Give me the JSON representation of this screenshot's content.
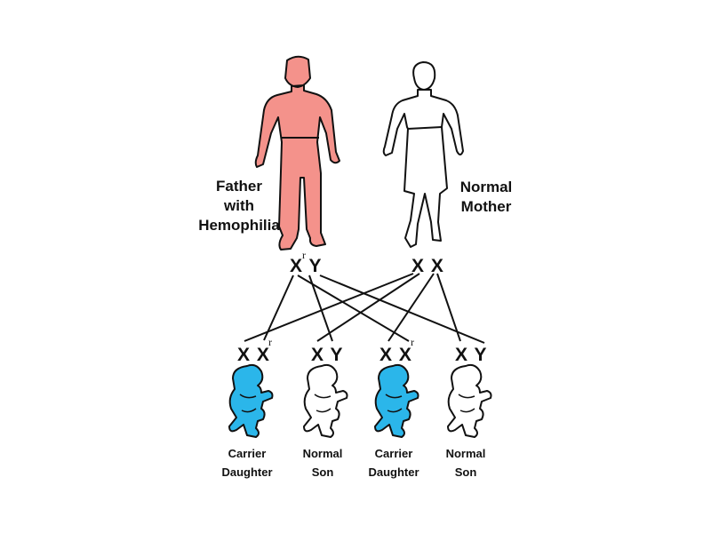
{
  "colors": {
    "affected_father": "#f4928b",
    "carrier_daughter": "#2bb6ea",
    "normal": "#ffffff",
    "outline": "#111111"
  },
  "father": {
    "label_lines": [
      "Father",
      "with",
      "Hemophilia"
    ],
    "genotype": "X Y",
    "superscript": "r"
  },
  "mother": {
    "label_lines": [
      "Normal",
      "Mother"
    ],
    "genotype": "X X"
  },
  "children": [
    {
      "genotype": "X X",
      "superscript": "r",
      "label_lines": [
        "Carrier",
        "Daughter"
      ],
      "status": "carrier"
    },
    {
      "genotype": "X Y",
      "superscript": "",
      "label_lines": [
        "Normal",
        "Son"
      ],
      "status": "normal"
    },
    {
      "genotype": "X X",
      "superscript": "r",
      "label_lines": [
        "Carrier",
        "Daughter"
      ],
      "status": "carrier"
    },
    {
      "genotype": "X Y",
      "superscript": "",
      "label_lines": [
        "Normal",
        "Son"
      ],
      "status": "normal"
    }
  ]
}
